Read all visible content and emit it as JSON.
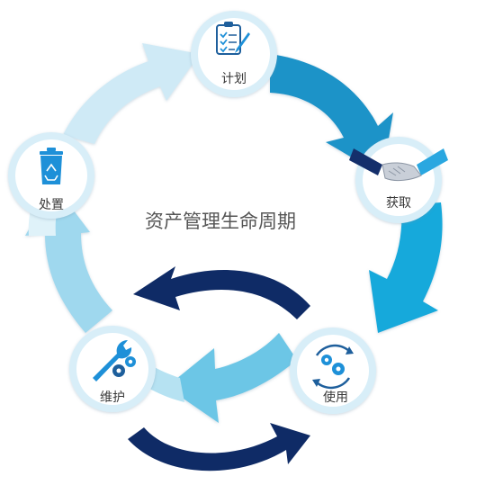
{
  "diagram": {
    "center_title": "资产管理生命周期",
    "stages": [
      {
        "label": "计划",
        "icon": "checklist-clipboard-icon",
        "color": "#1f93c8"
      },
      {
        "label": "获取",
        "icon": "handshake-icon",
        "color": "#1aa7d9"
      },
      {
        "label": "使用",
        "icon": "gear-cycle-icon",
        "color": "#5cc3e4"
      },
      {
        "label": "维护",
        "icon": "wrench-gears-icon",
        "color": "#7ccfe9"
      },
      {
        "label": "处置",
        "icon": "recycle-bin-icon",
        "color": "#bfe6f4"
      }
    ],
    "colors": {
      "arc_plan_to_acquire": "#1f93c8",
      "arc_acquire_to_use": "#18a9db",
      "arc_use_to_maintain": "#6cc6e6",
      "arc_maintain_to_dispose": "#9fd8ee",
      "arc_dispose_to_plan": "#cfeaf6",
      "dark_loop_arrow": "#0f2b66",
      "node_ring": "#d8eef8",
      "icon_blue": "#1e7fc0"
    }
  }
}
